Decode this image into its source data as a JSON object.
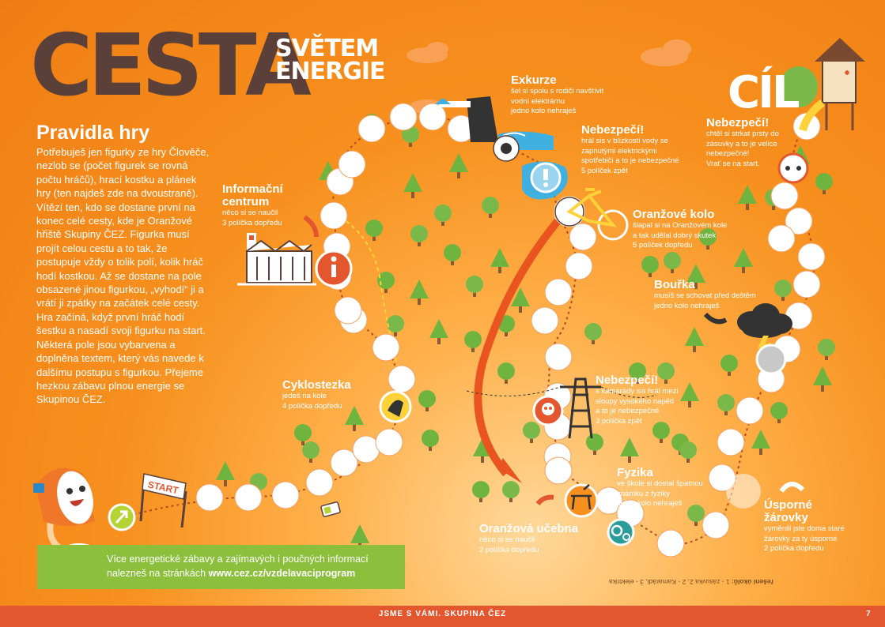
{
  "title": {
    "main": "CESTA",
    "sub_line1": "SVĚTEM",
    "sub_line2": "ENERGIE"
  },
  "goal_label": "CÍL",
  "start_label": "START",
  "rules": {
    "heading": "Pravidla hry",
    "body": "Potřebuješ jen figurky ze hry Člověče, nezlob se (počet figurek se rovná počtu hráčů), hrací kostku a plánek hry (ten najdeš zde na dvoustraně). Vítězí ten, kdo se dostane první na konec celé cesty, kde je Oranžové hřiště Skupiny ČEZ. Figurka musí projít celou cestu a to tak, že postupuje vždy o tolik polí, kolik hráč hodí kostkou. Až se dostane na pole obsazené jinou figurkou, „vyhodí“ ji a vrátí ji zpátky na začátek celé cesty. Hra začíná, když první hráč hodí šestku a nasadí svoji figurku na start. Některá pole jsou vybarvena a doplněna textem, který vás navede k dalšímu postupu s figurkou. Přejeme hezkou zábavu plnou energie se Skupinou ČEZ."
  },
  "events": {
    "exkurze": {
      "title": "Exkurze",
      "text": [
        "šel si spolu s rodiči navštívit",
        "vodní elektrárnu",
        "jedno kolo nehraješ"
      ]
    },
    "nebezpeci_voda": {
      "title": "Nebezpečí!",
      "text": [
        "hrál sis v blízkosti vody se",
        "zapnutými elektrickými",
        "spotřebiči a to je nebezpečné",
        "5 políček zpět"
      ]
    },
    "nebezpeci_zasuvka": {
      "title": "Nebezpečí!",
      "text": [
        "chtěl si strkat prsty do",
        "zásuvky a to je velice",
        "nebezpečné!",
        "Vrať se na start."
      ]
    },
    "informacni_centrum": {
      "title_line1": "Informační",
      "title_line2": "centrum",
      "text": [
        "něco si se naučil",
        "3 políčka dopředu"
      ]
    },
    "oranzove_kolo": {
      "title": "Oranžové kolo",
      "text": [
        "šlapal si na Oranžovém kole",
        "a tak udělal dobrý skutek",
        "5 políček dopředu"
      ]
    },
    "bourka": {
      "title": "Bouřka",
      "text": [
        "musíš se schovat před deštěm",
        "jedno kolo nehraješ"
      ]
    },
    "cyklostezka": {
      "title": "Cyklostezka",
      "text": [
        "jedeš na kole",
        "4 políčka dopředu"
      ]
    },
    "nebezpeci_sloupy": {
      "title": "Nebezpečí!",
      "text": [
        "s kamarády sis hrál mezi",
        "sloupy vysokého napětí",
        "a to je nebezpečné",
        "3 políčka zpět"
      ]
    },
    "fyzika": {
      "title": "Fyzika",
      "text": [
        "ve škole si dostal špatnou",
        "známku z fyziky",
        "jedno kolo nehraješ"
      ]
    },
    "oranzova_ucebna": {
      "title": "Oranžová učebna",
      "text": [
        "něco si se naučil",
        "2 políčka dopředu"
      ]
    },
    "usporne_zarovky": {
      "title_line1": "Úsporné",
      "title_line2": "žárovky",
      "text": [
        "vyměnili jste doma staré",
        "žárovky za ty úsporné",
        "2 políčka dopředu"
      ]
    }
  },
  "banner": {
    "line1": "Více energetické zábavy a zajímavých i poučných informací",
    "line2_prefix": "nalezneš na stránkách ",
    "url": "www.cez.cz/vzdelavaciprogram"
  },
  "solution": {
    "label": "řešení úkolů:",
    "text": "1 - zásuvka 2, 2 - Kamarádi, 3 - elektrika"
  },
  "footer": {
    "slogan": "JSME S VÁMI. SKUPINA ČEZ",
    "page_number": "7"
  },
  "colors": {
    "orange": "#f7901e",
    "path": "#b94a1e",
    "green": "#8bbf3c",
    "tree": "#6fb43f",
    "brown": "#5a4038",
    "footer": "#e4572e"
  },
  "icons": [
    "lamp-mascot-icon",
    "start-arrow-icon",
    "start-gate-icon",
    "info-building-icon",
    "info-icon",
    "bicycle-icon",
    "warning-icon",
    "plug-socket-icon",
    "storm-cloud-icon",
    "skull-icon",
    "power-pylon-icon",
    "gear-icon",
    "classroom-icon",
    "bulb-icon",
    "dam-icon",
    "playground-icon"
  ]
}
